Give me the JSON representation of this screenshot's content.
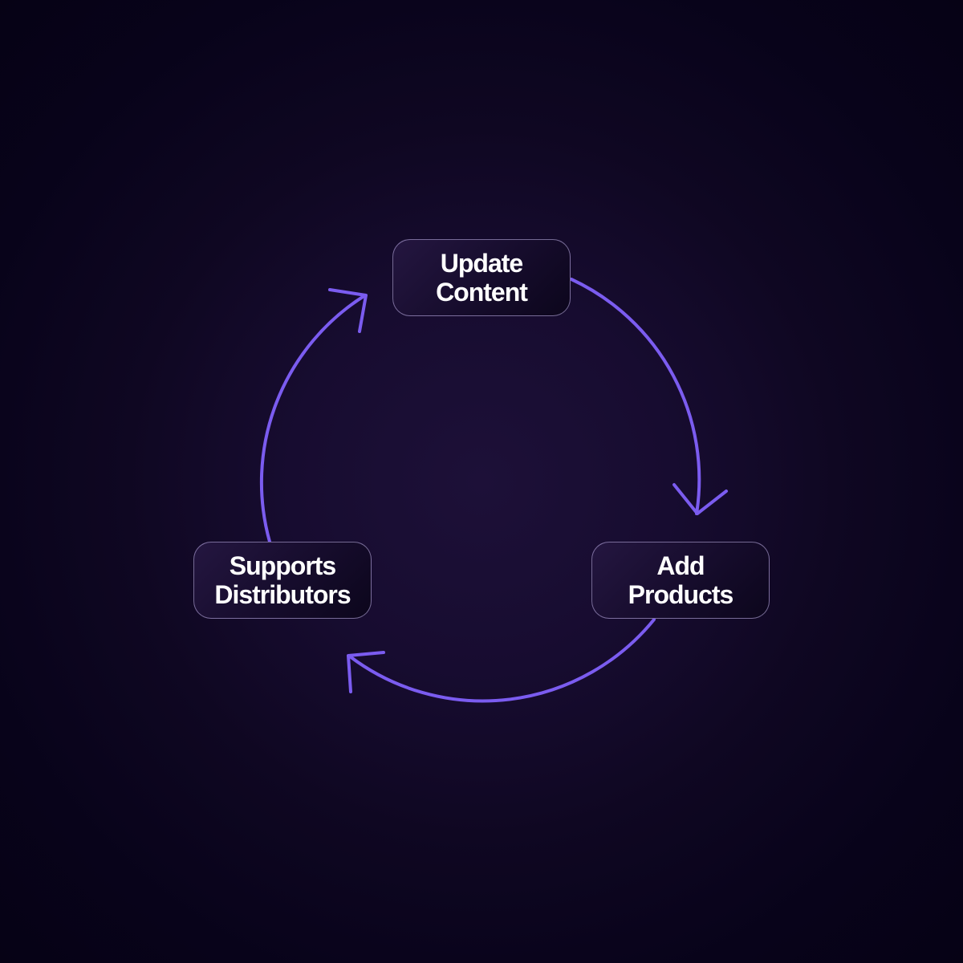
{
  "diagram": {
    "type": "cycle",
    "accent_color": "#7b5cf0",
    "nodes": [
      {
        "id": "update-content",
        "line1": "Update",
        "line2": "Content"
      },
      {
        "id": "add-products",
        "line1": "Add",
        "line2": "Products"
      },
      {
        "id": "supports-distributors",
        "line1": "Supports",
        "line2": "Distributors"
      }
    ],
    "edges": [
      {
        "from": "update-content",
        "to": "add-products"
      },
      {
        "from": "add-products",
        "to": "supports-distributors"
      },
      {
        "from": "supports-distributors",
        "to": "update-content"
      }
    ]
  }
}
